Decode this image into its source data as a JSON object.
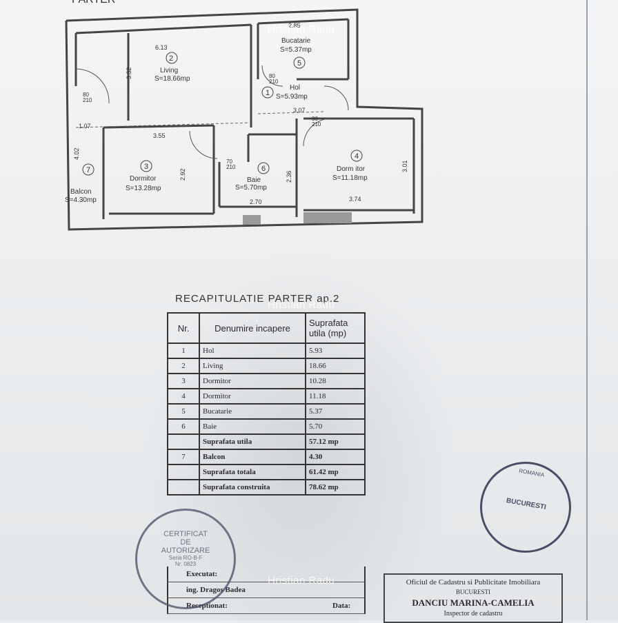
{
  "plan": {
    "header_partial": "PARTER",
    "rooms": [
      {
        "num": "1",
        "name": "Hol",
        "area": "S=5.93mp"
      },
      {
        "num": "2",
        "name": "Living",
        "area": "S=18.66mp"
      },
      {
        "num": "3",
        "name": "Dormitor",
        "area": "S=13.28mp"
      },
      {
        "num": "4",
        "name": "Dorm itor",
        "area": "S=11.18mp"
      },
      {
        "num": "5",
        "name": "Bucatarie",
        "area": "S=5.37mp"
      },
      {
        "num": "6",
        "name": "Baie",
        "area": "S=5.70mp"
      },
      {
        "num": "7",
        "name": "Balcon",
        "area": "S=4.30mp"
      }
    ],
    "dimensions": [
      "6.13",
      "3.32",
      "3.55",
      "2.92",
      "3.07",
      "2.70",
      "2.36",
      "3.74",
      "3.01",
      "1.07",
      "4.02",
      "2.85"
    ],
    "door_labels": [
      "80",
      "210",
      "70",
      "210",
      "80",
      "210",
      "80",
      "210"
    ]
  },
  "recap": {
    "title": "RECAPITULATIE PARTER ap.2",
    "headers": {
      "nr": "Nr.",
      "name": "Denumire incapere",
      "area": "Suprafata utila (mp)"
    },
    "rows": [
      {
        "nr": "1",
        "name": "Hol",
        "val": "5.93"
      },
      {
        "nr": "2",
        "name": "Living",
        "val": "18.66"
      },
      {
        "nr": "3",
        "name": "Dormitor",
        "val": "10.28"
      },
      {
        "nr": "4",
        "name": "Dormitor",
        "val": "11.18"
      },
      {
        "nr": "5",
        "name": "Bucatarie",
        "val": "5.37"
      },
      {
        "nr": "6",
        "name": "Baie",
        "val": "5.70"
      }
    ],
    "useful": {
      "name": "Suprafata utila",
      "val": "57.12 mp"
    },
    "balcony": {
      "nr": "7",
      "name": "Balcon",
      "val": "4.30"
    },
    "total": {
      "name": "Suprafata totala",
      "val": "61.42 mp"
    },
    "built": {
      "name": "Suprafata construita",
      "val": "78.62 mp"
    }
  },
  "signatures": {
    "executed": "Executat:",
    "engineer": "ing. Dragos Badea",
    "received": "Receptionat:",
    "date": "Data:"
  },
  "stamps": {
    "left": [
      "CERTIFICAT",
      "DE",
      "AUTORIZARE",
      "Seria RO-B-F",
      "Nr. 0823"
    ],
    "right": [
      "ROMANIA",
      "BUCURESTI"
    ]
  },
  "office": {
    "line1": "Oficiul de Cadastru si Publicitate Imobiliara",
    "line2": "BUCURESTI",
    "line3": "DANCIU MARINA-CAMELIA",
    "line4": "Inspector de cadastru"
  },
  "watermark": "Hristian Radu"
}
